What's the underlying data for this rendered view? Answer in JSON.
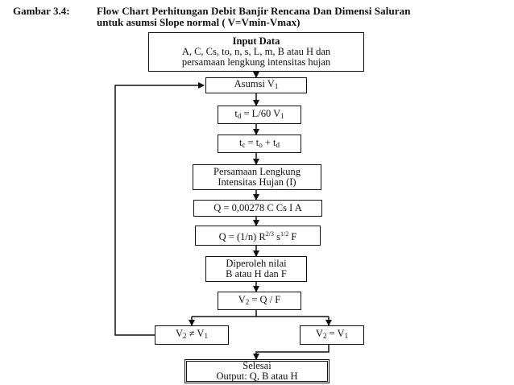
{
  "caption": {
    "label": "Gambar 3.4:",
    "line1": "Flow Chart Perhitungan Debit Banjir Rencana Dan Dimensi Saluran",
    "line2": "untuk asumsi Slope normal ( V=Vmin-Vmax)"
  },
  "input": {
    "title": "Input Data",
    "line1": "A, C, Cs, to, n, s, L, m, B atau H dan",
    "line2": "persamaan lengkung intensitas hujan"
  },
  "assume": {
    "text": "Asumsi V",
    "sub": "1"
  },
  "td": {
    "pre": "t",
    "sub": "d",
    "post": " = L/60 V",
    "sub2": "1"
  },
  "tc": {
    "p1": "t",
    "s1": "c",
    "p2": " =  t",
    "s2": "o",
    "p3": " + t",
    "s3": "d"
  },
  "intensity": {
    "line1": "Persamaan Lengkung",
    "line2": "Intensitas Hujan  (I)"
  },
  "q_rational": {
    "text": "Q = 0,00278 C Cs I A"
  },
  "q_manning": {
    "p1": "Q = (1/n) R",
    "sup1": "2/3",
    "p2": " s",
    "sup2": "1/2",
    "p3": " F"
  },
  "obtain": {
    "line1": "Diperoleh nilai",
    "line2": "B atau H dan F"
  },
  "v2": {
    "pre": "V",
    "sub": "2",
    "post": " =  Q / F"
  },
  "not_equal": {
    "pre": "V",
    "sub": "2",
    "mid": " ≠  V",
    "sub2": "1"
  },
  "equal": {
    "pre": "V",
    "sub": "2",
    "mid": "  =  V",
    "sub2": "1"
  },
  "done": {
    "line1": "Selesai",
    "line2": "Output: Q, B atau H"
  }
}
